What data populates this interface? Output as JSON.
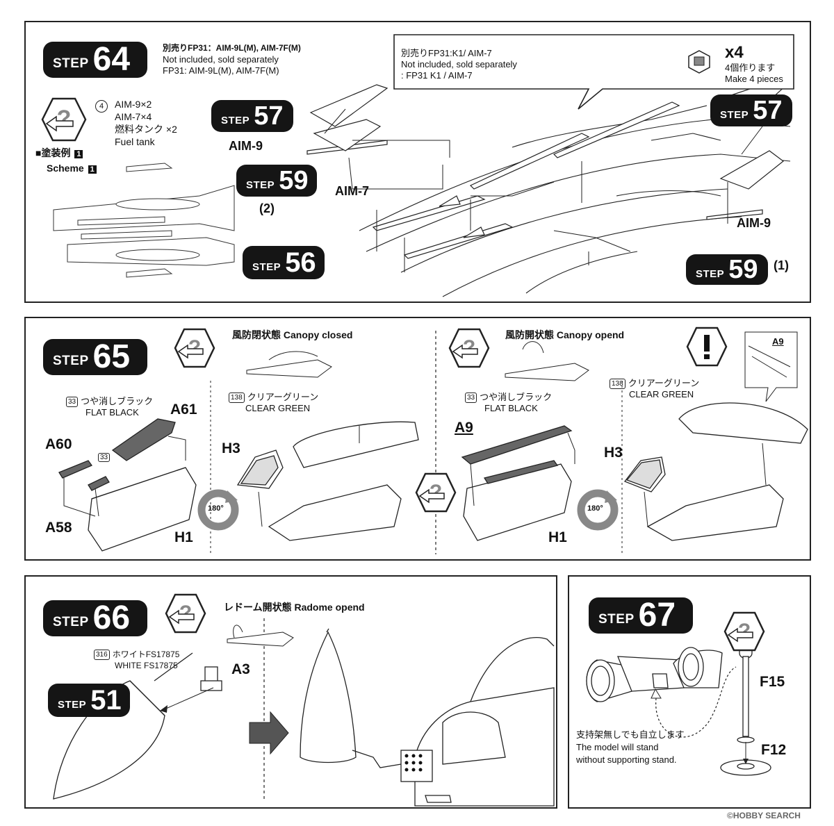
{
  "step64": {
    "word": "STEP",
    "num": "64",
    "sold_jp": "別売りFP31：AIM-9L(M), AIM-7F(M)",
    "sold_en1": "Not included, sold separately",
    "sold_en2": "FP31: AIM-9L(M), AIM-7F(M)",
    "callout_jp": "別売りFP31:K1/ AIM-7",
    "callout_en1": "Not included, sold separately",
    "callout_en2": ": FP31 K1 / AIM-7",
    "x4": "x4",
    "make_jp": "4個作ります",
    "make_en": "Make 4 pieces",
    "option_num": "4",
    "option_lines": [
      "AIM-9×2",
      "AIM-7×4",
      "燃料タンク ×2",
      "Fuel tank"
    ],
    "scheme_jp": "■塗装例",
    "scheme_en": "Scheme",
    "scheme_num": "1",
    "aim9_left": "AIM-9",
    "aim7": "AIM-7",
    "aim9_right": "AIM-9",
    "ref_step57_left": "57",
    "ref_step59_left": "59",
    "ref_step59_left_sub": "(2)",
    "ref_step56": "56",
    "ref_step57_right": "57",
    "ref_step59_right": "59",
    "ref_step59_right_sub": "(1)"
  },
  "step65": {
    "word": "STEP",
    "num": "65",
    "closed_title": "風防閉状態 Canopy closed",
    "opend_title": "風防開状態 Canopy opend",
    "paint33_jp": "つや消しブラック",
    "paint33_en": "FLAT BLACK",
    "paint33_code": "33",
    "paint138_jp": "クリアーグリーン",
    "paint138_en": "CLEAR GREEN",
    "paint138_code": "138",
    "parts_left": [
      "A61",
      "A60",
      "A58",
      "H3",
      "H1"
    ],
    "parts_right": [
      "A9",
      "H3",
      "H1"
    ],
    "rot": "180°",
    "detail_part": "A9"
  },
  "step66": {
    "word": "STEP",
    "num": "66",
    "title": "レドーム開状態 Radome opend",
    "paint_code": "316",
    "paint_jp": "ホワイトFS17875",
    "paint_en": "WHITE FS17875",
    "part": "A3",
    "ref_step51": "51"
  },
  "step67": {
    "word": "STEP",
    "num": "67",
    "part_f15": "F15",
    "part_f12": "F12",
    "note_jp": "支持架無しでも自立します",
    "note_en1": "The model will stand",
    "note_en2": "without supporting stand."
  },
  "watermark": "©HOBBY SEARCH",
  "colors": {
    "ink": "#151515",
    "paper": "#ffffff",
    "gray": "#8a8a8a"
  }
}
